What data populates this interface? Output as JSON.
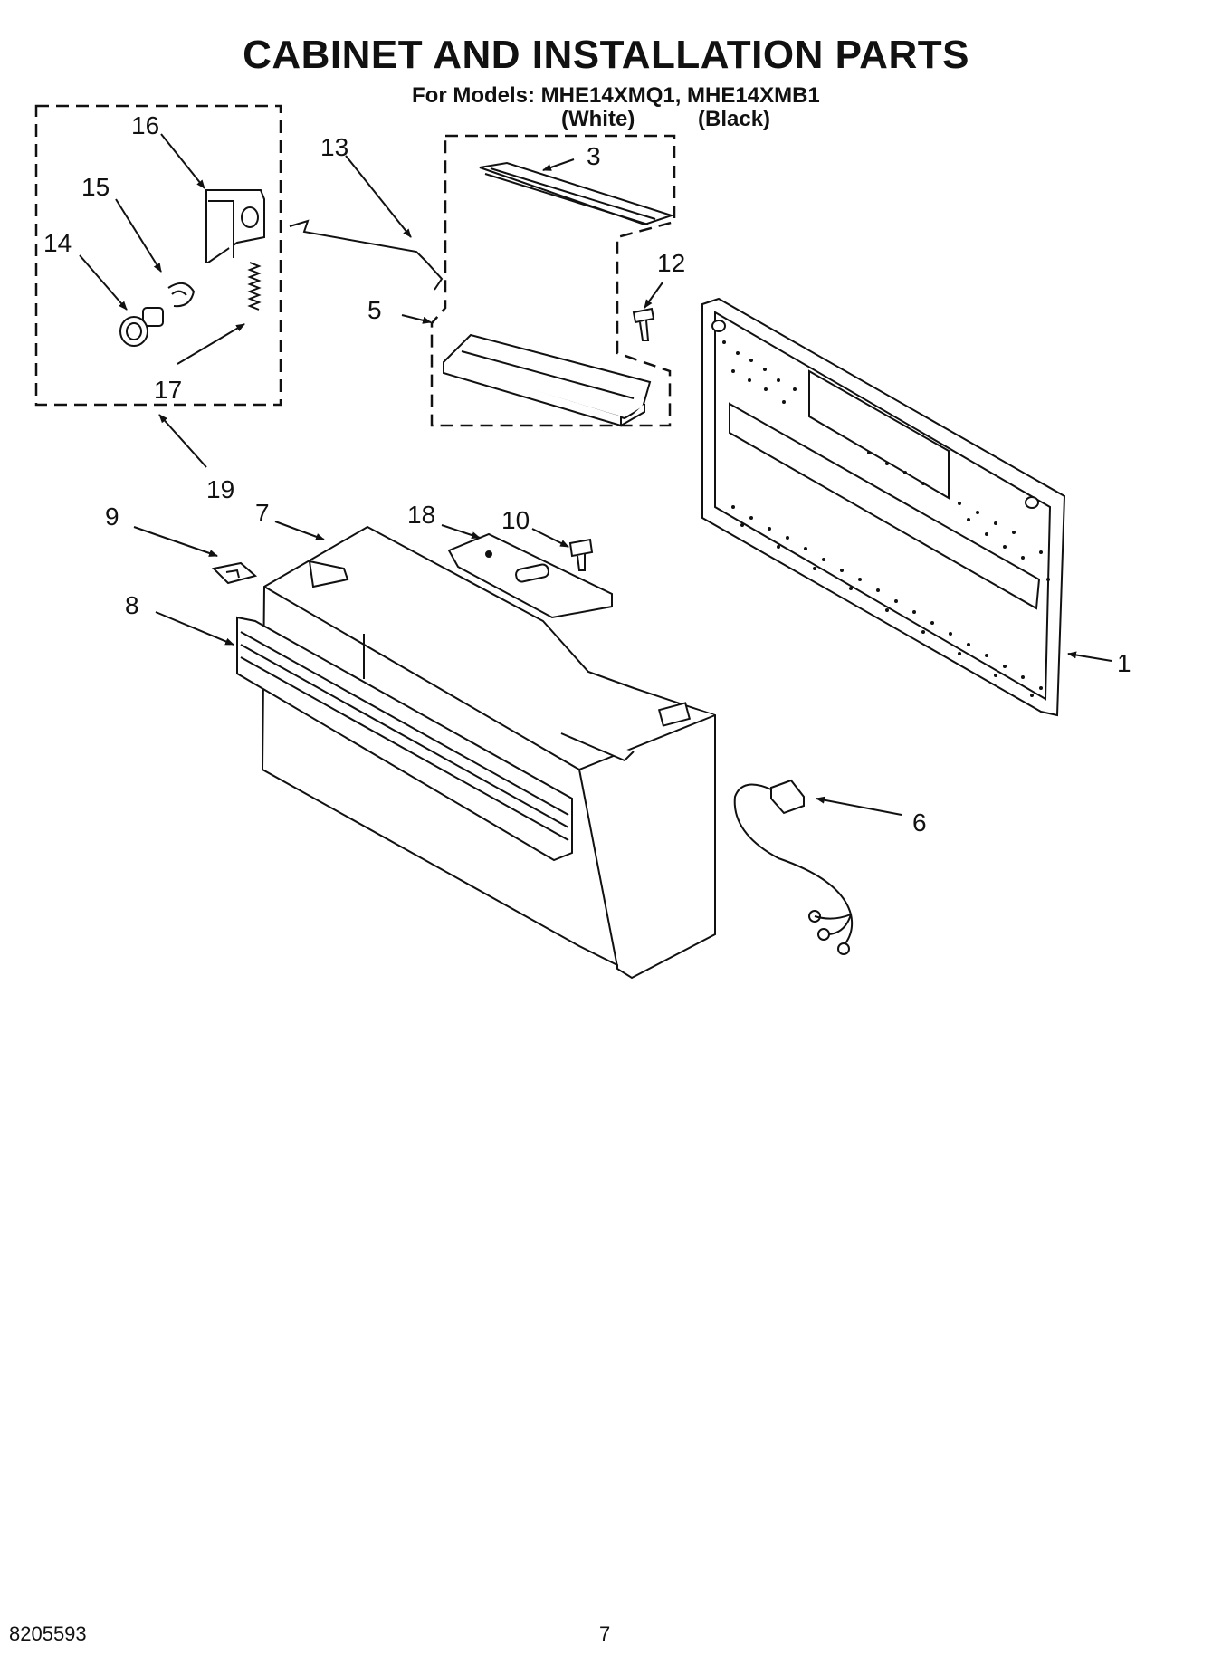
{
  "header": {
    "title": "CABINET AND INSTALLATION PARTS",
    "models": "For Models: MHE14XMQ1, MHE14XMB1",
    "variant_white": "(White)",
    "variant_black": "(Black)"
  },
  "callouts": {
    "c1": "1",
    "c3": "3",
    "c5": "5",
    "c6": "6",
    "c7": "7",
    "c8": "8",
    "c9": "9",
    "c10": "10",
    "c12": "12",
    "c13": "13",
    "c14": "14",
    "c15": "15",
    "c16": "16",
    "c17": "17",
    "c18": "18",
    "c19": "19"
  },
  "footer": {
    "doc_number": "8205593",
    "page_number": "7"
  }
}
